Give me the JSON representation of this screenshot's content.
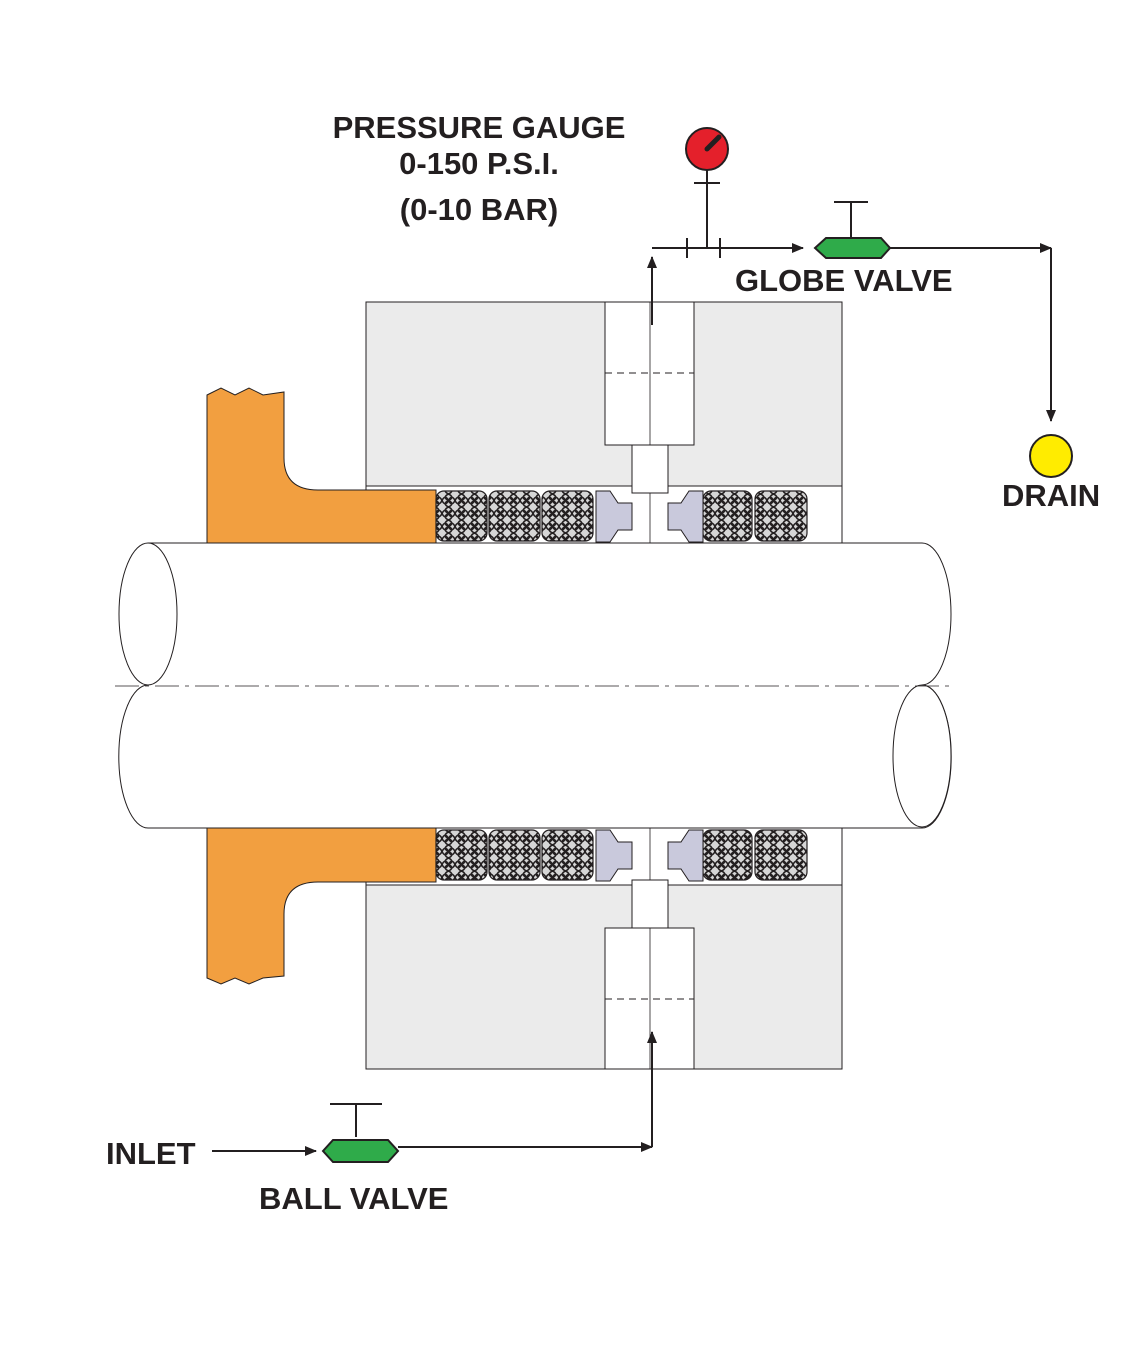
{
  "labels": {
    "gauge_title": "PRESSURE GAUGE",
    "gauge_range_psi": "0-150 P.S.I.",
    "gauge_range_bar": "(0-10 BAR)",
    "globe_valve": "GLOBE VALVE",
    "drain": "DRAIN",
    "inlet": "INLET",
    "ball_valve": "BALL VALVE"
  },
  "colors": {
    "gland": "#f29f40",
    "housing": "#ebebeb",
    "lantern_ring": "#c9c9dc",
    "valve": "#2fab4a",
    "gauge": "#e4202b",
    "drain": "#ffec00",
    "ink": "#231f20"
  },
  "icons": {
    "gauge": "pressure-gauge-icon",
    "globe_valve": "globe-valve-icon",
    "ball_valve": "ball-valve-icon",
    "drain": "drain-icon"
  }
}
